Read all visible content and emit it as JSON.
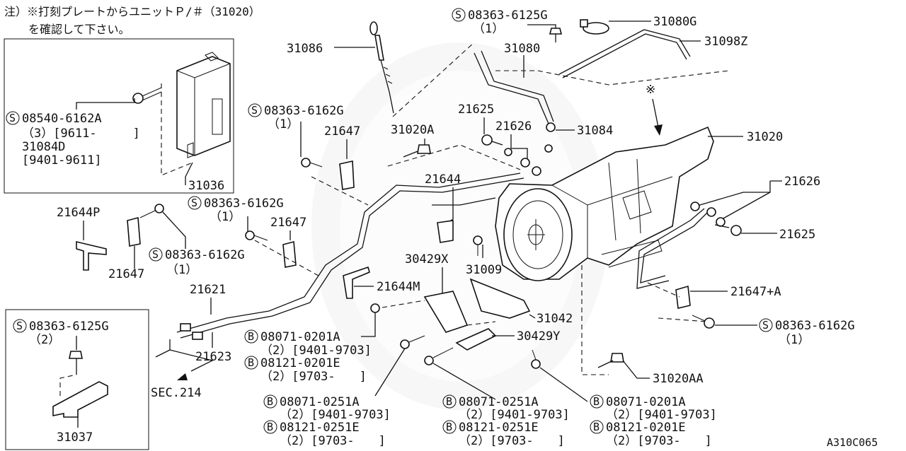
{
  "note": {
    "line1": "注）※打刻プレートからユニットＰ/＃（31020）",
    "line2": "を確認して下さい。"
  },
  "labels": {
    "b1": {
      "sym": "S",
      "code": "08540-6162A",
      "qty": "（3）[9611-　　　]",
      "alt": "31084D",
      "alt_range": "[9401-9611]"
    },
    "p31036": "31036",
    "p31086": "31086",
    "s1": {
      "sym": "S",
      "code": "08363-6125G",
      "qty": "（1）"
    },
    "p31080G": "31080G",
    "p31080": "31080",
    "p31098Z": "31098Z",
    "s2": {
      "sym": "S",
      "code": "08363-6162G",
      "qty": "（1）"
    },
    "p21647a": "21647",
    "p31020A": "31020A",
    "p21625a": "21625",
    "p21626a": "21626",
    "p31084": "31084",
    "mark": "※",
    "p31020": "31020",
    "p21644": "21644",
    "p21626b": "21626",
    "p21644P": "21644P",
    "s3": {
      "sym": "S",
      "code": "08363-6162G",
      "qty": "（1）"
    },
    "p21647b": "21647",
    "s4": {
      "sym": "S",
      "code": "08363-6162G",
      "qty": "（1）"
    },
    "p21647c": "21647",
    "p30429X": "30429X",
    "p31009": "31009",
    "p21625b": "21625",
    "p21621": "21621",
    "p21644M": "21644M",
    "p21647A": "21647+A",
    "p31042": "31042",
    "s5": {
      "sym": "S",
      "code": "08363-6162G",
      "qty": "（1）"
    },
    "b2": {
      "sym": "B",
      "code": "08071-0201A",
      "qty": "（2）[9401-9703]"
    },
    "p30429Y": "30429Y",
    "b3": {
      "sym": "B",
      "code": "08121-0201E",
      "qty": "（2）[9703-　　]"
    },
    "p21623": "21623",
    "sec": "SEC.214",
    "p31020AA": "31020AA",
    "s6": {
      "sym": "S",
      "code": "08363-6125G",
      "qty": "（2）"
    },
    "p31037": "31037",
    "b4": {
      "sym": "B",
      "code": "08071-0251A",
      "qty": "（2）[9401-9703]"
    },
    "b5": {
      "sym": "B",
      "code": "08121-0251E",
      "qty": "（2）[9703-　　]"
    },
    "b6": {
      "sym": "B",
      "code": "08071-0251A",
      "qty": "（2）[9401-9703]"
    },
    "b7": {
      "sym": "B",
      "code": "08121-0251E",
      "qty": "（2）[9703-　　]"
    },
    "b8": {
      "sym": "B",
      "code": "08071-0201A",
      "qty": "（2）[9401-9703]"
    },
    "b9": {
      "sym": "B",
      "code": "08121-0201E",
      "qty": "（2）[9703-　　]"
    },
    "ref": "A310C065"
  }
}
